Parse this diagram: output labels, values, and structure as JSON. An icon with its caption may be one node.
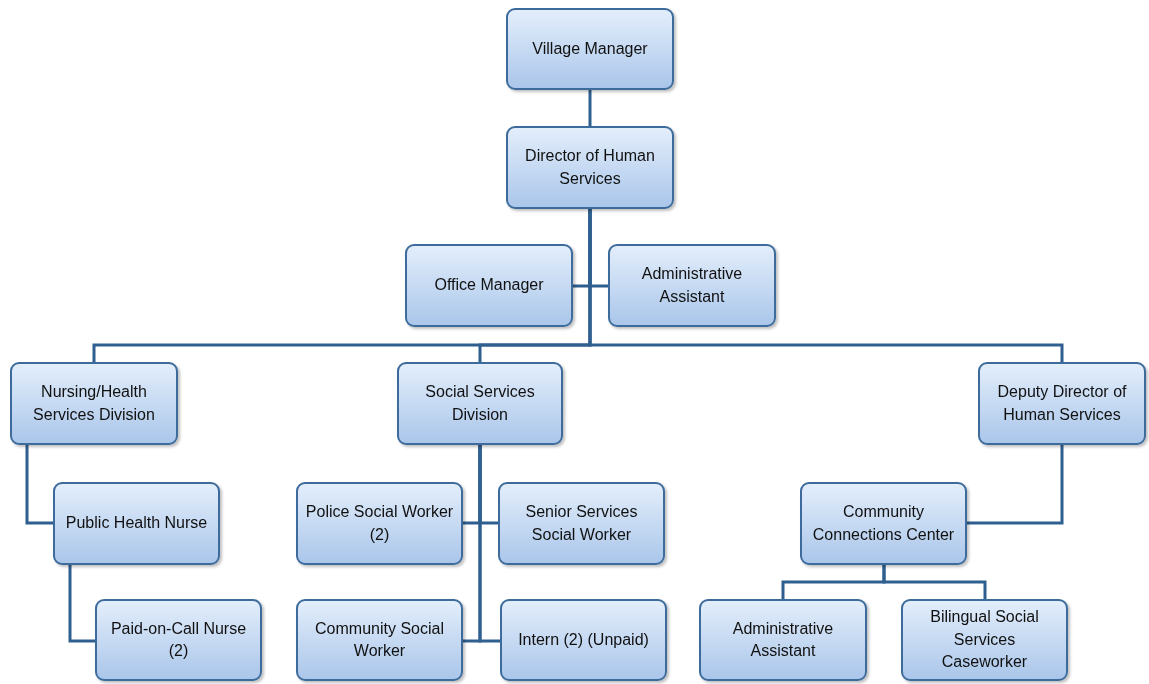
{
  "diagram": {
    "nodes": [
      {
        "text": [
          "Village Manager"
        ]
      },
      {
        "text": [
          "Director of Human Services"
        ]
      },
      {
        "text": [
          "Office Manager"
        ]
      },
      {
        "text": [
          "Administrative Assistant"
        ]
      },
      {
        "text": [
          "Nursing/Health Services Division"
        ]
      },
      {
        "text": [
          "Social Services Division"
        ]
      },
      {
        "text": [
          "Deputy Director of Human Services"
        ]
      },
      {
        "text": [
          "Public Health Nurse"
        ]
      },
      {
        "text": [
          "Police Social Worker (2)"
        ]
      },
      {
        "text": [
          "Senior Services Social Worker"
        ]
      },
      {
        "text": [
          "Community Connections Center"
        ]
      },
      {
        "text": [
          "Paid-on-Call Nurse (2)"
        ]
      },
      {
        "text": [
          "Community Social Worker"
        ]
      },
      {
        "text": [
          "Intern (2) (Unpaid)"
        ]
      },
      {
        "text": [
          "Administrative Assistant"
        ]
      },
      {
        "text": [
          "Bilingual Social Services Caseworker"
        ]
      }
    ],
    "edges": [
      {
        "from": 0,
        "to": 1,
        "arrow": "none"
      },
      {
        "from": 1,
        "to": 2,
        "arrow": "none"
      },
      {
        "from": 1,
        "to": 3,
        "arrow": "none"
      },
      {
        "from": 1,
        "to": 4,
        "arrow": "none"
      },
      {
        "from": 1,
        "to": 5,
        "arrow": "none"
      },
      {
        "from": 1,
        "to": 6,
        "arrow": "none"
      },
      {
        "from": 4,
        "to": 7,
        "arrow": "none"
      },
      {
        "from": 7,
        "to": 11,
        "arrow": "none"
      },
      {
        "from": 5,
        "to": 8,
        "arrow": "none"
      },
      {
        "from": 5,
        "to": 9,
        "arrow": "none"
      },
      {
        "from": 5,
        "to": 12,
        "arrow": "none"
      },
      {
        "from": 5,
        "to": 13,
        "arrow": "none"
      },
      {
        "from": 6,
        "to": 10,
        "arrow": "none"
      },
      {
        "from": 10,
        "to": 14,
        "arrow": "none"
      },
      {
        "from": 10,
        "to": 15,
        "arrow": "none"
      }
    ]
  }
}
